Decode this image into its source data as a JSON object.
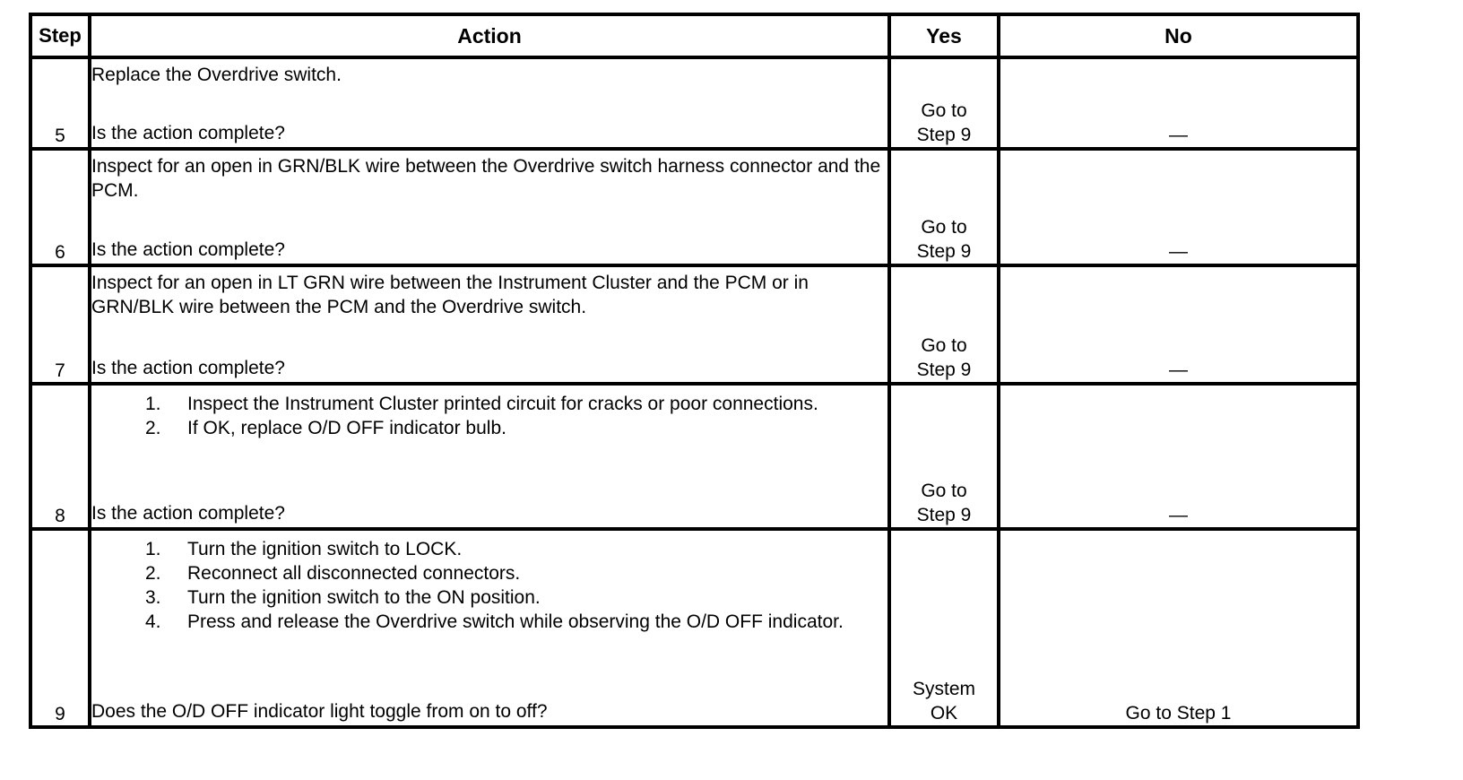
{
  "table": {
    "headers": {
      "step": "Step",
      "action": "Action",
      "yes": "Yes",
      "no": "No"
    },
    "rows": [
      {
        "step": "5",
        "action_lines": [
          "Replace the Overdrive switch."
        ],
        "action_list": [],
        "question": "Is the action complete?",
        "yes": "Go to\nStep 9",
        "no": "—"
      },
      {
        "step": "6",
        "action_lines": [
          "Inspect for an open in GRN/BLK wire between the Overdrive switch harness connector and the PCM."
        ],
        "action_list": [],
        "question": "Is the action complete?",
        "yes": "Go to\nStep 9",
        "no": "—"
      },
      {
        "step": "7",
        "action_lines": [
          "Inspect for an open in LT GRN wire between the Instrument Cluster and the PCM or in GRN/BLK wire between the PCM and the Overdrive switch."
        ],
        "action_list": [],
        "question": "Is the action complete?",
        "yes": "Go to\nStep 9",
        "no": "—"
      },
      {
        "step": "8",
        "action_lines": [],
        "action_list": [
          {
            "num": "1.",
            "text": "Inspect the Instrument Cluster printed circuit for cracks or poor connections."
          },
          {
            "num": "2.",
            "text": "If OK, replace O/D OFF indicator bulb."
          }
        ],
        "question": "Is the action complete?",
        "yes": "Go to\nStep 9",
        "no": "—"
      },
      {
        "step": "9",
        "action_lines": [],
        "action_list": [
          {
            "num": "1.",
            "text": "Turn the ignition switch to LOCK."
          },
          {
            "num": "2.",
            "text": "Reconnect all disconnected connectors."
          },
          {
            "num": "3.",
            "text": "Turn the ignition switch to the ON position."
          },
          {
            "num": "4.",
            "text": "Press and release the Overdrive switch while observing the O/D OFF indicator."
          }
        ],
        "question": "Does the O/D OFF indicator light toggle from on to off?",
        "yes": "System\nOK",
        "no": "Go to Step 1"
      }
    ]
  },
  "colors": {
    "border": "#000000",
    "background": "#ffffff",
    "text": "#000000"
  }
}
